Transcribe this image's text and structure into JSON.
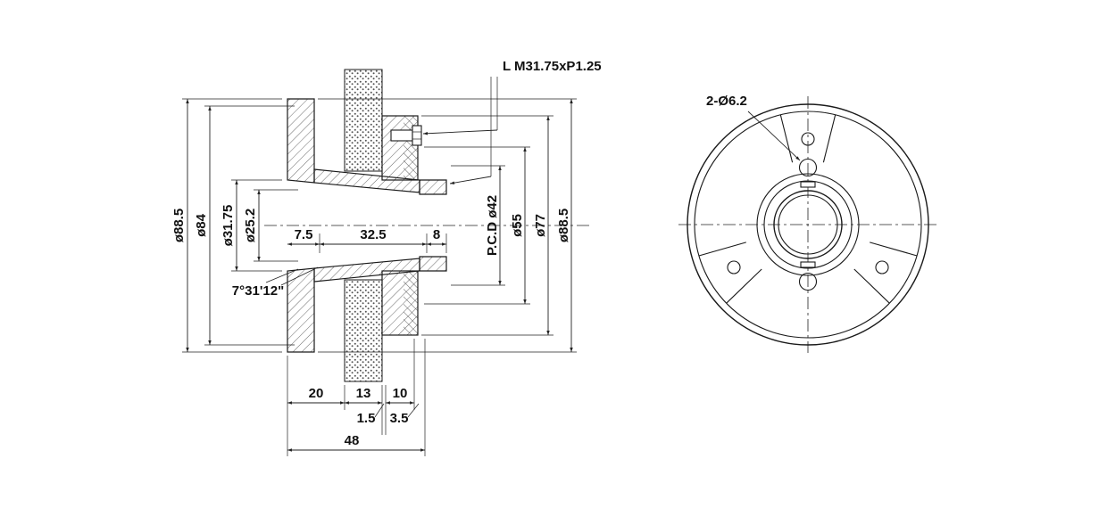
{
  "section": {
    "thread_label": "L M31.75xP1.25",
    "angle_label": "7°31'12\"",
    "dims_left": [
      "ø88.5",
      "ø84",
      "ø31.75",
      "ø25.2"
    ],
    "dims_width": [
      "7.5",
      "32.5",
      "8"
    ],
    "dims_right": [
      "P.C.D ø42",
      "ø55",
      "ø77",
      "ø88.5"
    ],
    "dims_bottom": [
      "20",
      "13",
      "10"
    ],
    "dims_bottom_small": [
      "1.5",
      "3.5"
    ],
    "dim_overall": "48"
  },
  "front": {
    "hole_callout": "2-Ø6.2"
  }
}
